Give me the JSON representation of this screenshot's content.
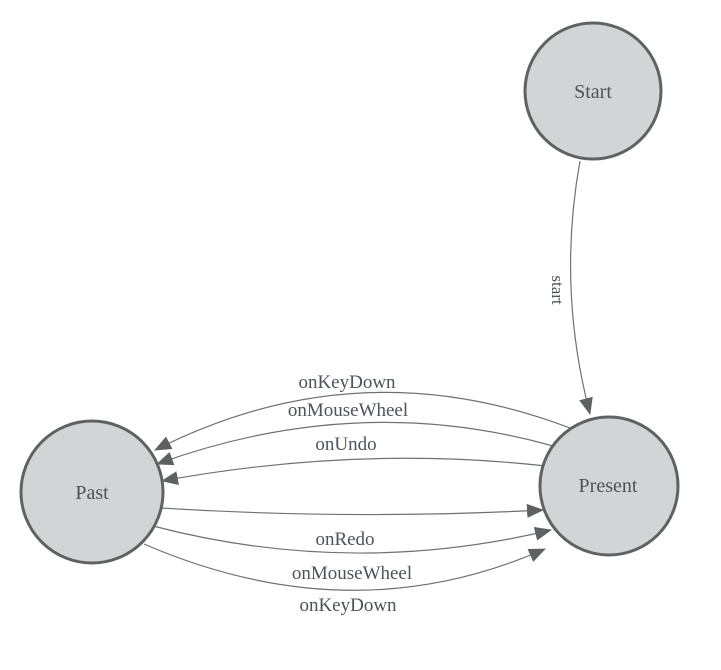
{
  "diagram": {
    "type": "state-diagram",
    "colors": {
      "node_fill": "#d3d4d5",
      "node_border": "#5f6265",
      "edge_line": "#6e7072",
      "arrowhead": "#5e6164",
      "label_text": "#4e525b",
      "background": "#ffffff"
    },
    "nodes": [
      {
        "id": "start",
        "label": "Start"
      },
      {
        "id": "present",
        "label": "Present"
      },
      {
        "id": "past",
        "label": "Past"
      }
    ],
    "edges": [
      {
        "id": "start-to-present",
        "from": "Start",
        "to": "Present",
        "label": "start"
      },
      {
        "id": "present-to-past-onkeydown",
        "from": "Present",
        "to": "Past",
        "label": "onKeyDown"
      },
      {
        "id": "present-to-past-onmousewheel",
        "from": "Present",
        "to": "Past",
        "label": "onMouseWheel"
      },
      {
        "id": "present-to-past-onundo",
        "from": "Present",
        "to": "Past",
        "label": "onUndo"
      },
      {
        "id": "past-to-present-onredo",
        "from": "Past",
        "to": "Present",
        "label": "onRedo"
      },
      {
        "id": "past-to-present-onmousewheel",
        "from": "Past",
        "to": "Present",
        "label": "onMouseWheel"
      },
      {
        "id": "past-to-present-onkeydown",
        "from": "Past",
        "to": "Present",
        "label": "onKeyDown"
      }
    ]
  }
}
